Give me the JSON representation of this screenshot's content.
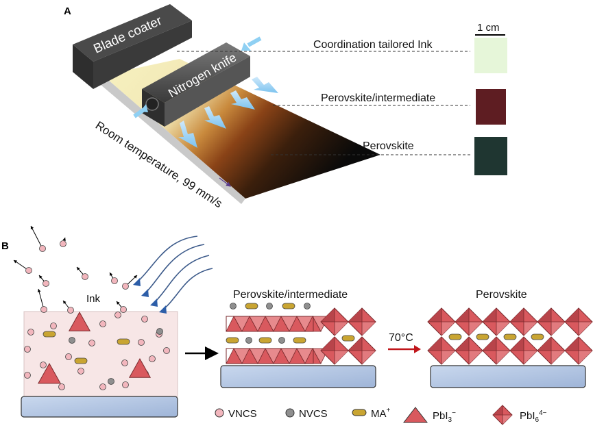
{
  "panel_a": {
    "label": "A",
    "blade_coater": "Blade coater",
    "nitrogen_knife": "Nitrogen knife",
    "room_temp": "Room temperature, 99 mm/s",
    "scale_bar": "1 cm",
    "labels": [
      "Coordination tailored Ink",
      "Perovskite/intermediate",
      "Perovskite"
    ],
    "swatch_colors": [
      "#e6f6d9",
      "#5e1d22",
      "#1f3631"
    ]
  },
  "panel_b": {
    "label": "B",
    "ink": "Ink",
    "intermediate_title": "Perovskite/intermediate",
    "perovskite_title": "Perovskite",
    "temperature": "70°C",
    "legend": {
      "vncs": "VNCS",
      "nvcs": "NVCS",
      "ma": "MA",
      "ma_sup": "+",
      "pbi3": "PbI",
      "pbi3_sub": "3",
      "pbi3_sup": "−",
      "pbi6": "PbI",
      "pbi6_sub": "6",
      "pbi6_sup": "4−"
    }
  },
  "colors": {
    "vncs": "#f2b6bd",
    "nvcs": "#8f8f8f",
    "ma": "#c9a532",
    "octahedron": "#d9595e",
    "substrate": "#b8c9e3",
    "ink_box": "#f7e6e6",
    "arrow_red": "#c0161b",
    "wind": "#3c5a8a"
  }
}
